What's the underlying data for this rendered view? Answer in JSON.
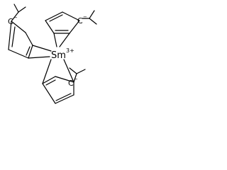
{
  "metal": {
    "symbol": "Sm",
    "charge": "3+"
  },
  "carbanion": {
    "symbol": "C",
    "charge": "−"
  },
  "substituent": "isopropyl",
  "ring_count": 3,
  "colors": {
    "ink": "#000000",
    "background": "#ffffff"
  }
}
